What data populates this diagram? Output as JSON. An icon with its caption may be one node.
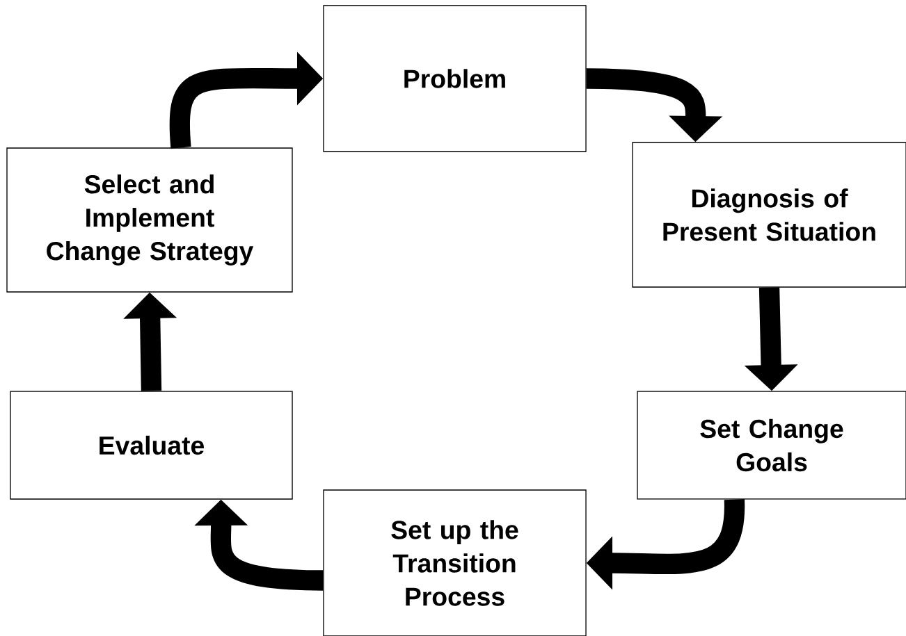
{
  "diagram": {
    "nodes": [
      {
        "text": [
          "Problem"
        ]
      },
      {
        "text": [
          "Diagnosis of Present Situation"
        ]
      },
      {
        "text": [
          "Set Change Goals"
        ]
      },
      {
        "text": [
          "Set up the Transition Process"
        ]
      },
      {
        "text": [
          "Evaluate"
        ]
      },
      {
        "text": [
          "Select and Implement Change Strategy"
        ]
      }
    ],
    "edges": [
      {
        "from": 0,
        "to": 1,
        "arrow": "to"
      },
      {
        "from": 1,
        "to": 2,
        "arrow": "to"
      },
      {
        "from": 2,
        "to": 3,
        "arrow": "to"
      },
      {
        "from": 3,
        "to": 4,
        "arrow": "to"
      },
      {
        "from": 4,
        "to": 5,
        "arrow": "to"
      },
      {
        "from": 5,
        "to": 0,
        "arrow": "to"
      }
    ]
  }
}
